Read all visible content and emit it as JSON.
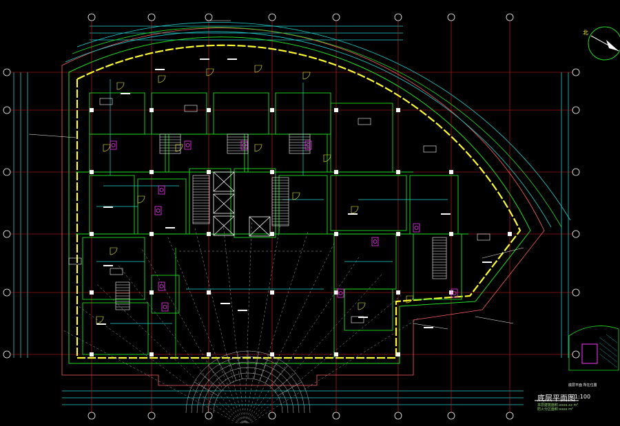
{
  "drawing": {
    "title": "底层平面图",
    "scale": "1:100",
    "subnote_1": "本层建筑面积:xxxx.xx m²",
    "subnote_2": "防火分区面积:xxxx m²",
    "key_plan_label": "底层平面 所在位置"
  },
  "colors": {
    "background": "#000000",
    "axis_line": "#e02020",
    "dimension_line": "#22d4d4",
    "wall": "#22e022",
    "column": "#ffffff",
    "hatch_wall": "#ffff33",
    "fixture": "#ff33ff",
    "stair": "#ffffff",
    "outer_line": "#ff6060"
  },
  "icons": {
    "north_arrow": "north-arrow-icon",
    "key_plan": "key-plan-icon"
  }
}
